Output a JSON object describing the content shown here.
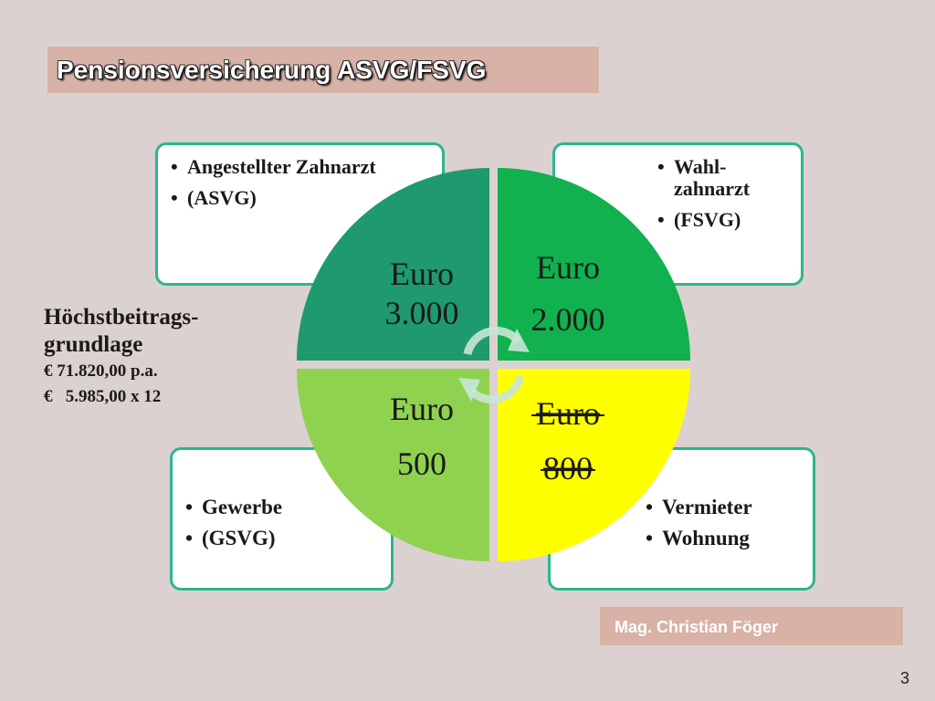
{
  "title": "Pensionsversicherung ASVG/FSVG",
  "cards": {
    "top_left": {
      "items": [
        "Angestellter Zahnarzt",
        "(ASVG)"
      ]
    },
    "top_right": {
      "items": [
        "Wahl-zahnarzt",
        "(FSVG)"
      ]
    },
    "bottom_left": {
      "items": [
        "Gewerbe",
        "(GSVG)"
      ]
    },
    "bottom_right": {
      "items": [
        "Vermieter",
        "Wohnung"
      ]
    }
  },
  "quadrants": {
    "top_left": {
      "line1": "Euro",
      "line2": "3.000",
      "color": "#1f9a6e"
    },
    "top_right": {
      "line1": "Euro",
      "line2": "2.000",
      "color": "#10b14e"
    },
    "bottom_left": {
      "line1": "Euro",
      "line2": "500",
      "color": "#8fd250"
    },
    "bottom_right": {
      "line1": "Euro",
      "line2": "800",
      "color": "#ffff00",
      "struck": true
    }
  },
  "left_text": {
    "heading_line1": "Höchstbeitrags-",
    "heading_line2": "grundlage",
    "annual": "€ 71.820,00 p.a.",
    "monthly": "€   5.985,00 x 12"
  },
  "author": "Mag. Christian Föger",
  "page_number": "3",
  "colors": {
    "accent_bar": "#d8b2a6",
    "card_border": "#2db58d",
    "background": "#dbd1d0"
  }
}
